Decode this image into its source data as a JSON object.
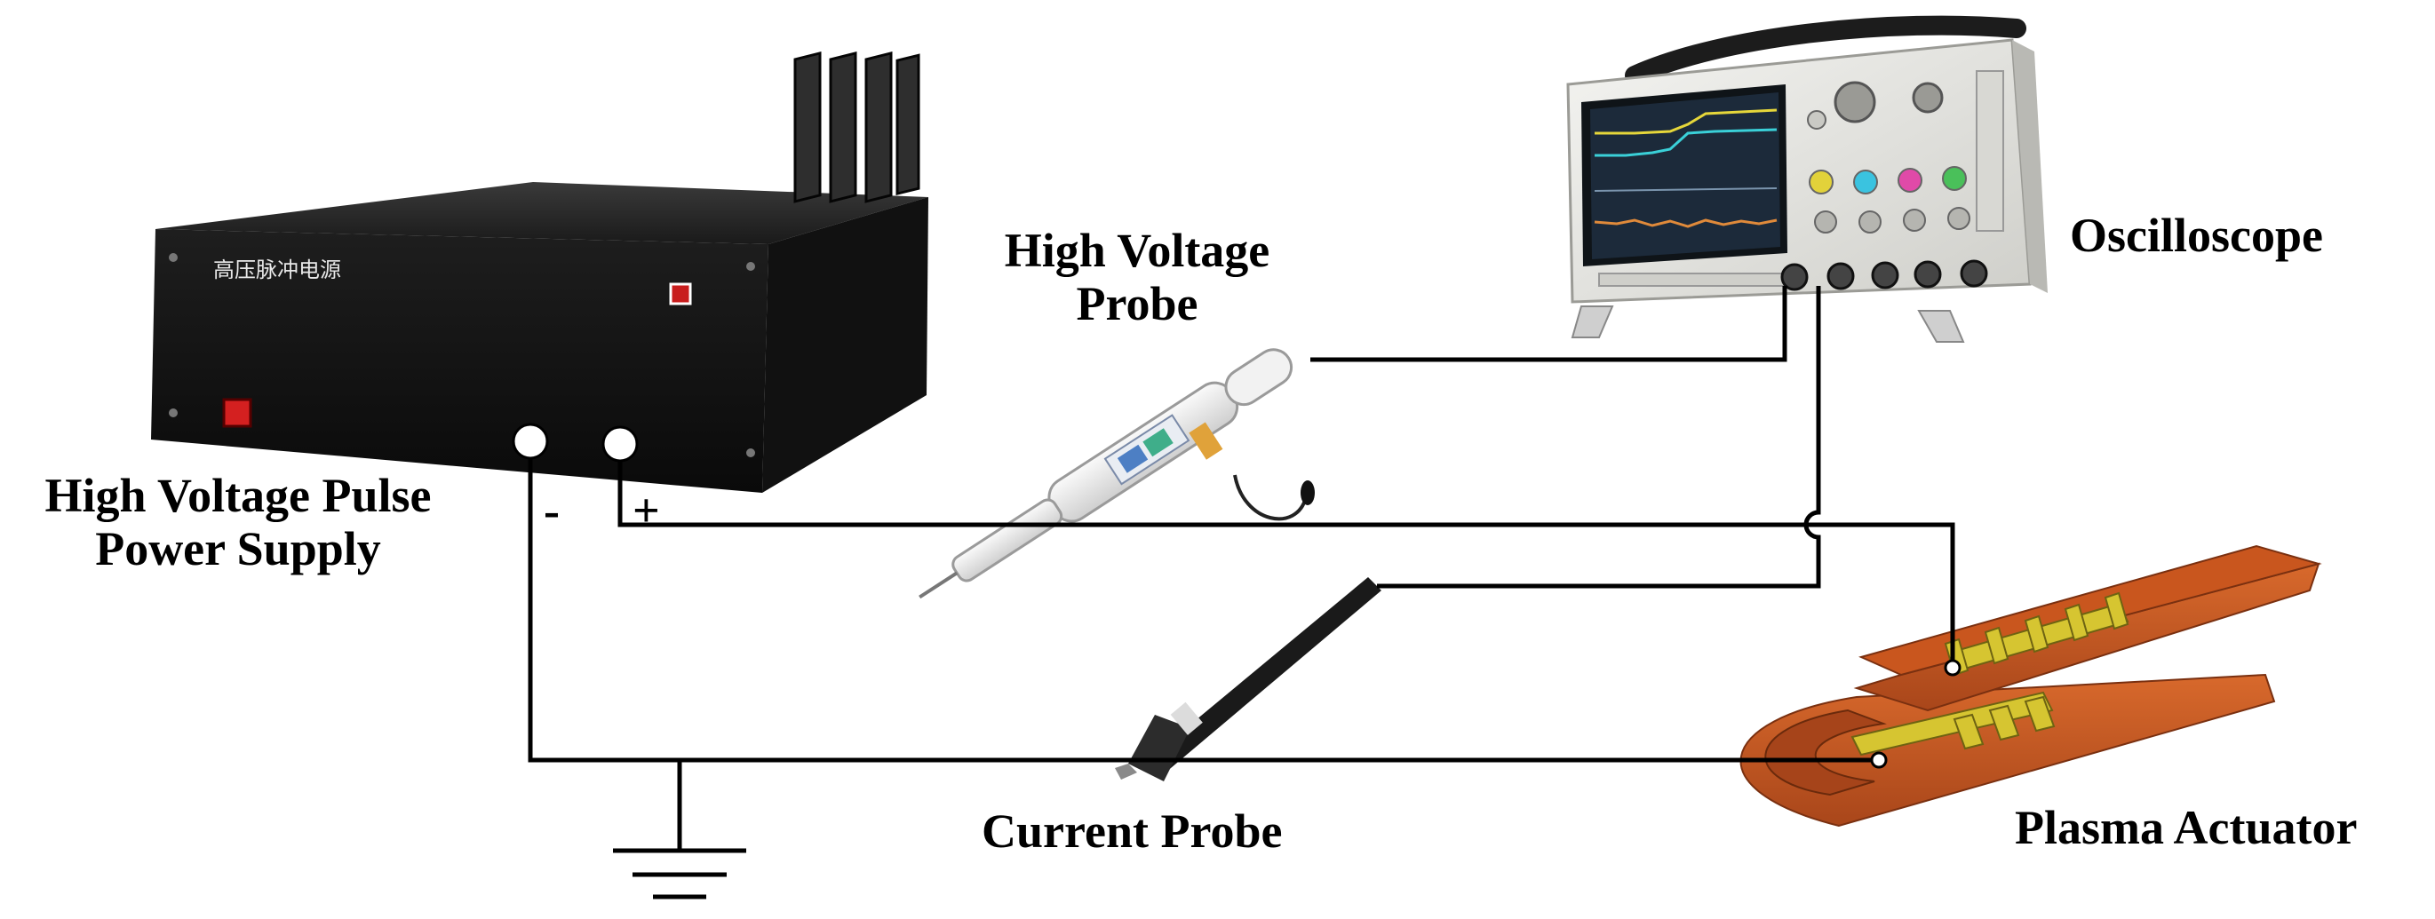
{
  "labels": {
    "power_supply_line1": "High Voltage Pulse",
    "power_supply_line2": "Power Supply",
    "hv_probe_line1": "High Voltage",
    "hv_probe_line2": "Probe",
    "oscilloscope": "Oscilloscope",
    "current_probe": "Current Probe",
    "plasma_actuator": "Plasma Actuator",
    "minus": "-",
    "plus": "+"
  },
  "device_text": {
    "power_supply_panel": "高压脉冲电源"
  },
  "colors": {
    "wire": "#000000",
    "power_supply_body": "#141414",
    "actuator_dielectric": "#c8561f",
    "electrode": "#d6c531",
    "scope_body": "#e9e9e6",
    "scope_screen": "#1c2a3a"
  }
}
